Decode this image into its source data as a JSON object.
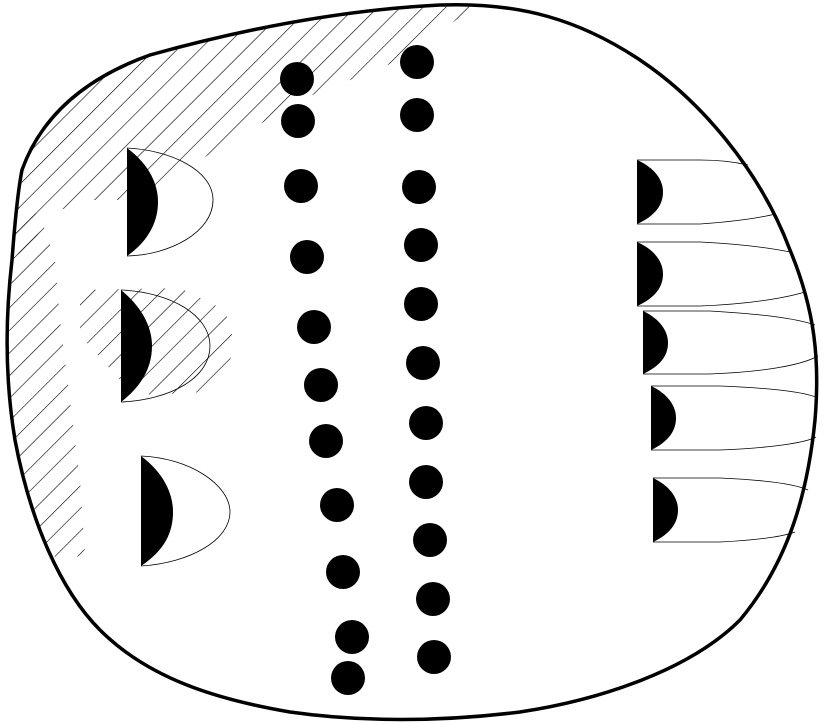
{
  "diagram": {
    "description_labels": [],
    "colors": {
      "stroke": "#000000",
      "fill": "#000000",
      "background": "#ffffff",
      "hatch": "#000000"
    },
    "counts": {
      "left_column_dots": 11,
      "right_column_dots": 11,
      "left_half_disc_shapes": 3,
      "right_half_disc_shapes": 5
    }
  }
}
